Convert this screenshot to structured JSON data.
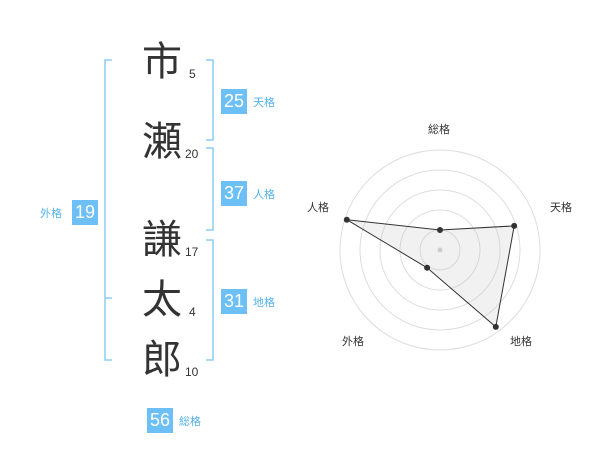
{
  "name_chars": [
    {
      "char": "市",
      "strokes": "5"
    },
    {
      "char": "瀬",
      "strokes": "20"
    },
    {
      "char": "謙",
      "strokes": "17"
    },
    {
      "char": "太",
      "strokes": "4"
    },
    {
      "char": "郎",
      "strokes": "10"
    }
  ],
  "kaku": {
    "tenkaku": {
      "value": "25",
      "label": "天格"
    },
    "jinkaku": {
      "value": "37",
      "label": "人格"
    },
    "chikaku": {
      "value": "31",
      "label": "地格"
    },
    "gaikaku": {
      "value": "19",
      "label": "外格"
    },
    "soukaku": {
      "value": "56",
      "label": "総格"
    }
  },
  "colors": {
    "accent": "#6cc0f5",
    "accent_text": "#53b2ec",
    "bracket": "#8ccdf4",
    "text": "#333333"
  },
  "chart_data": {
    "type": "radar",
    "axes": [
      "総格",
      "天格",
      "地格",
      "外格",
      "人格"
    ],
    "values": [
      0.2,
      0.78,
      0.95,
      0.22,
      0.98
    ],
    "scale": [
      0,
      1
    ],
    "rings": 5,
    "grid": true
  }
}
